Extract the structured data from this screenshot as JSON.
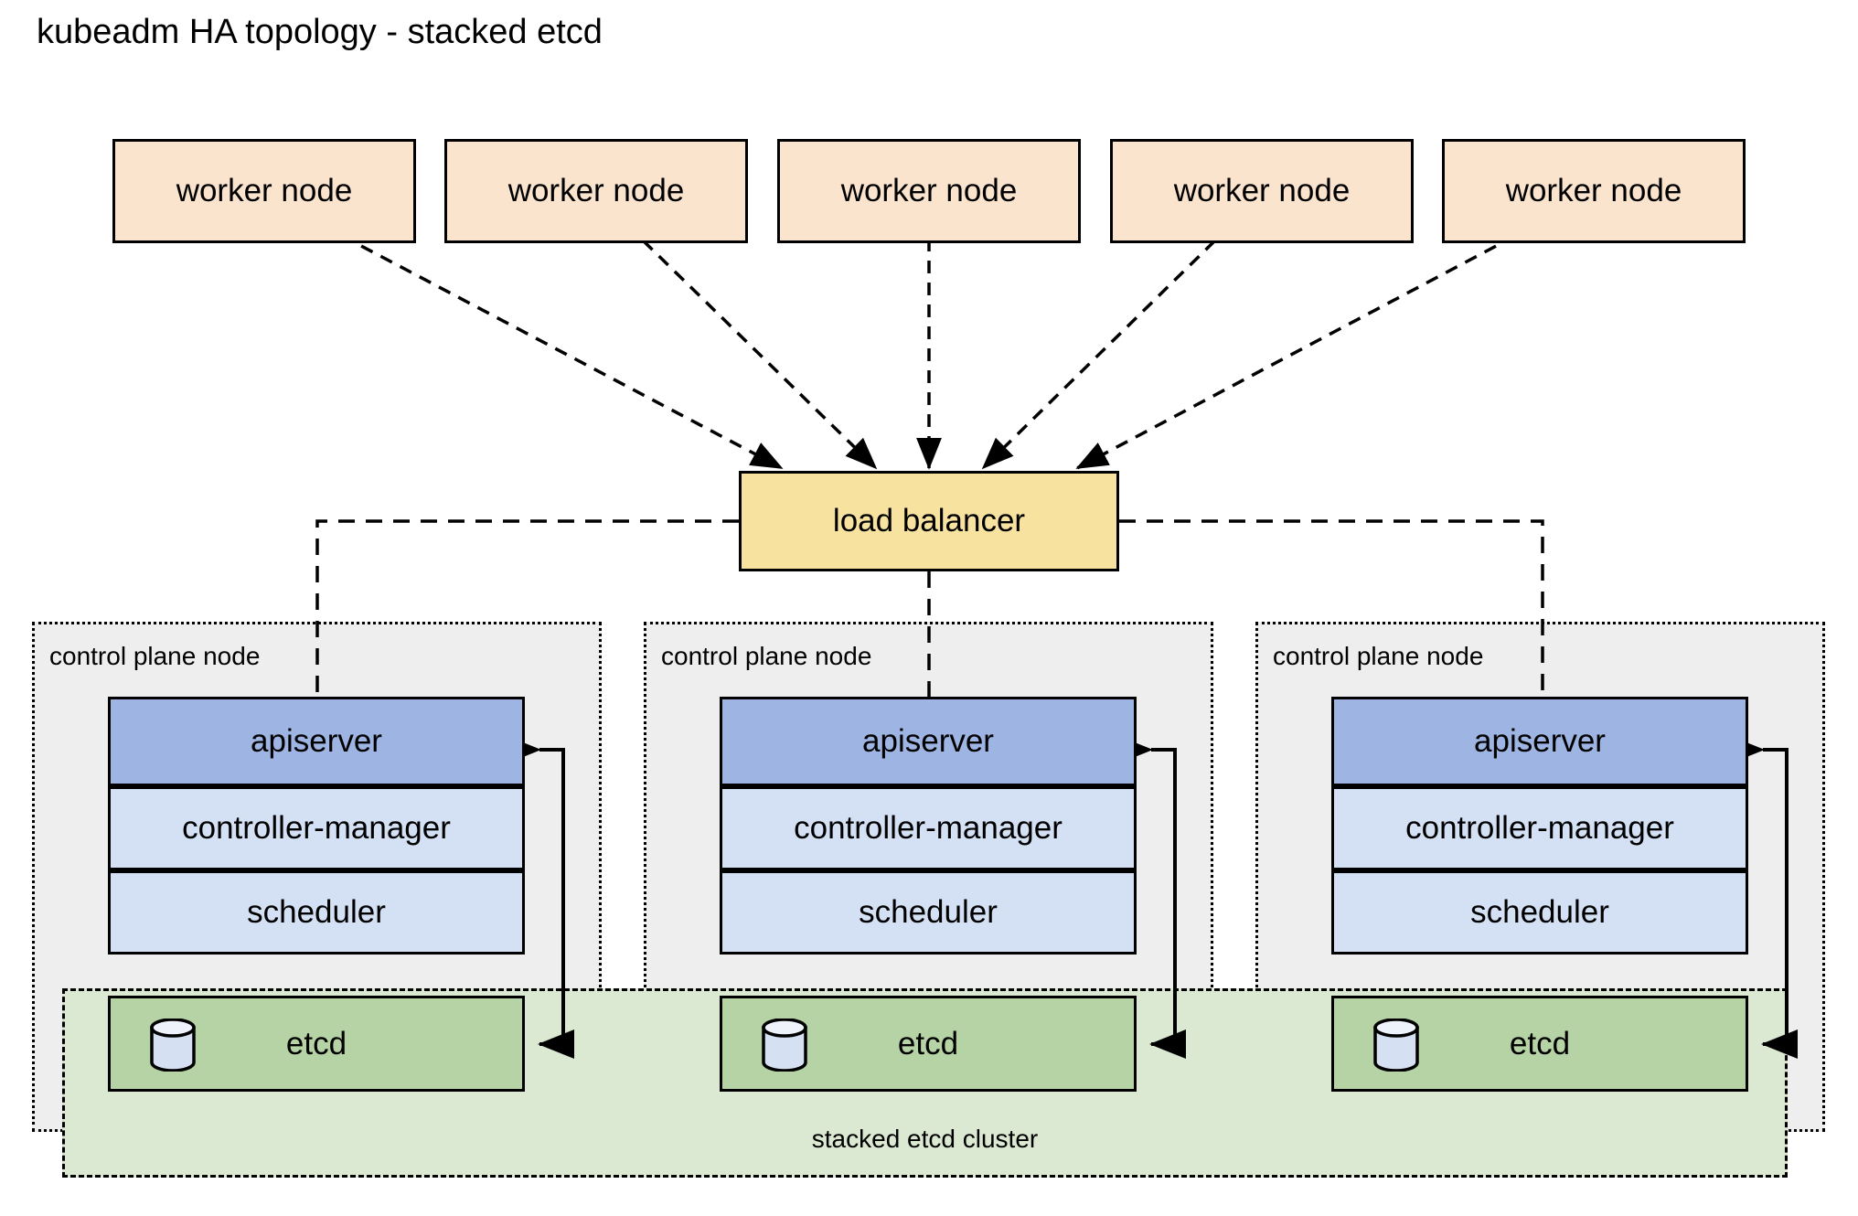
{
  "title": "kubeadm HA topology - stacked etcd",
  "palette": {
    "worker_fill": "#fae4ce",
    "load_balancer_fill": "#f7e2a0",
    "control_plane_fill": "#eeeeee",
    "apiserver_fill": "#9eb4e3",
    "controller_fill": "#d4e1f5",
    "scheduler_fill": "#d4e1f5",
    "etcd_fill": "#b5d3a4",
    "etcd_cluster_fill": "#dce9d2",
    "stroke": "#000000",
    "background": "#ffffff"
  },
  "workers": [
    {
      "label": "worker node"
    },
    {
      "label": "worker node"
    },
    {
      "label": "worker node"
    },
    {
      "label": "worker node"
    },
    {
      "label": "worker node"
    }
  ],
  "load_balancer": {
    "label": "load balancer"
  },
  "control_planes": [
    {
      "label": "control plane node",
      "components": [
        {
          "name": "apiserver",
          "label": "apiserver"
        },
        {
          "name": "controller-manager",
          "label": "controller-manager"
        },
        {
          "name": "scheduler",
          "label": "scheduler"
        },
        {
          "name": "etcd",
          "label": "etcd",
          "icon": "database-cylinder-icon"
        }
      ]
    },
    {
      "label": "control plane node",
      "components": [
        {
          "name": "apiserver",
          "label": "apiserver"
        },
        {
          "name": "controller-manager",
          "label": "controller-manager"
        },
        {
          "name": "scheduler",
          "label": "scheduler"
        },
        {
          "name": "etcd",
          "label": "etcd",
          "icon": "database-cylinder-icon"
        }
      ]
    },
    {
      "label": "control plane node",
      "components": [
        {
          "name": "apiserver",
          "label": "apiserver"
        },
        {
          "name": "controller-manager",
          "label": "controller-manager"
        },
        {
          "name": "scheduler",
          "label": "scheduler"
        },
        {
          "name": "etcd",
          "label": "etcd",
          "icon": "database-cylinder-icon"
        }
      ]
    }
  ],
  "etcd_cluster": {
    "label": "stacked etcd cluster"
  },
  "edges": {
    "worker_to_lb_style": "dashed-arrow",
    "lb_to_apiserver_style": "dashed",
    "apiserver_to_etcd_style": "solid-double-arrow"
  }
}
